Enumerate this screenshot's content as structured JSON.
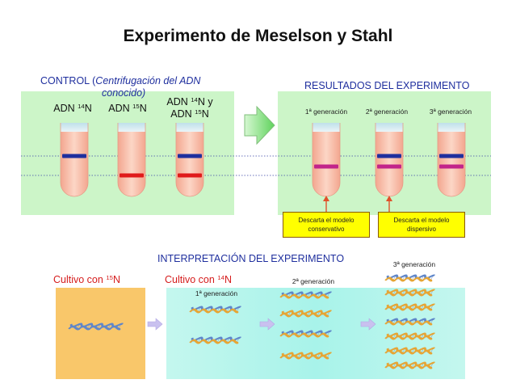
{
  "title": "Experimento de Meselson y Stahl",
  "control": {
    "prefix": "CONTROL (",
    "italic": "Centrifugación del ADN",
    "italic2": "conocido)",
    "tube1": {
      "label": "ADN ",
      "sup": "14",
      "suffix": "N"
    },
    "tube2": {
      "label": "ADN ",
      "sup": "15",
      "suffix": "N"
    },
    "tube3": {
      "line1": "ADN ",
      "sup1": "14",
      "line1b": "N y",
      "line2": "ADN ",
      "sup2": "15",
      "line2b": "N"
    }
  },
  "results": {
    "title": "RESULTADOS DEL EXPERIMENTO",
    "gen1": "1ª generación",
    "gen2": "2ª generación",
    "gen3": "3ª generación",
    "callout1": [
      "Descarta el modelo",
      "conservativo"
    ],
    "callout2": [
      "Descarta el modelo",
      "dispersivo"
    ]
  },
  "interpretation": {
    "title": "INTERPRETACIÓN DEL EXPERIMENTO",
    "culture15": {
      "text": "Cultivo con ",
      "sup": "15",
      "suffix": "N"
    },
    "culture14": {
      "text": "Cultivo con ",
      "sup": "14",
      "suffix": "N"
    },
    "gen1": "1ª generación",
    "gen2": "2ª generación",
    "gen3": "3ª generación"
  },
  "colors": {
    "light_band": "#1f2f9e",
    "heavy_band": "#e01a1a",
    "hybrid_band": "#c2248a",
    "arrow": "#5fd35c",
    "dna_blue": "#5f86c9",
    "dna_orange": "#e6a534"
  }
}
